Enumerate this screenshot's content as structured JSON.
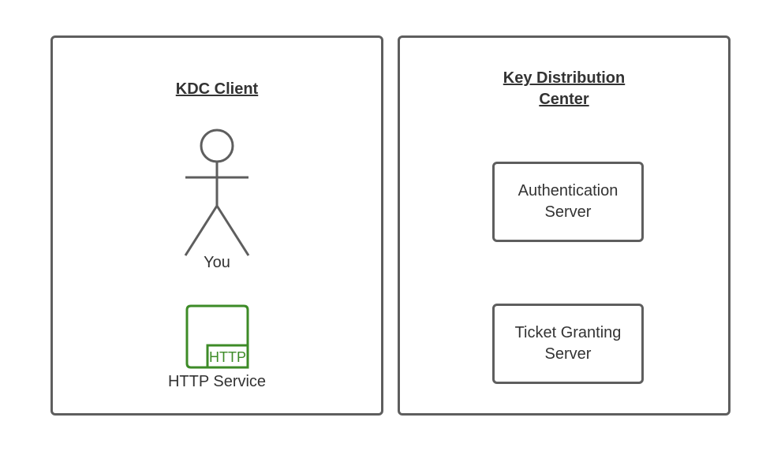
{
  "left_panel": {
    "title": "KDC Client",
    "actor_label": "You",
    "service_label": "HTTP Service",
    "service_badge": "HTTP"
  },
  "right_panel": {
    "title_line1": "Key Distribution",
    "title_line2": "Center",
    "boxes": [
      {
        "line1": "Authentication",
        "line2": "Server"
      },
      {
        "line1": "Ticket Granting",
        "line2": "Server"
      }
    ]
  },
  "colors": {
    "stroke": "#5e5e5e",
    "http_green": "#3d8b27"
  }
}
